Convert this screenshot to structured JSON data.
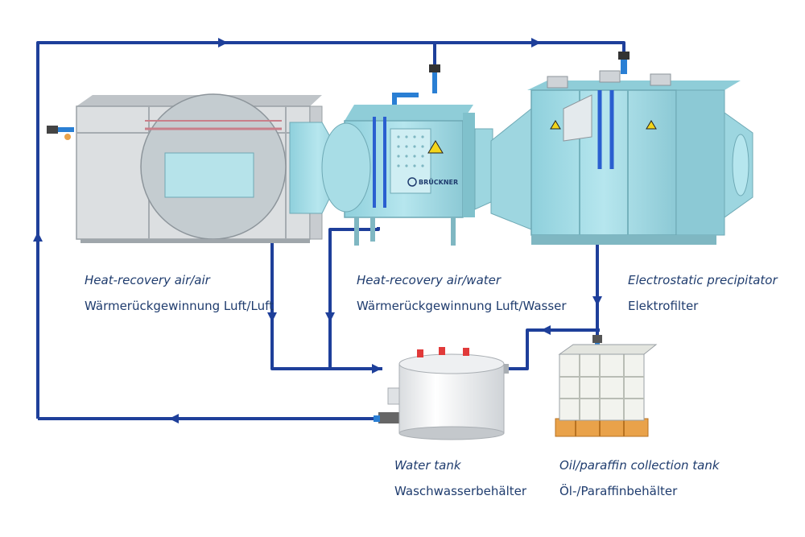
{
  "components": [
    {
      "id": "hr-air-air",
      "label_en": "Heat-recovery air/air",
      "label_de": "Wärmerückgewinnung Luft/Luft"
    },
    {
      "id": "hr-air-water",
      "label_en": "Heat-recovery air/water",
      "label_de": "Wärmerückgewinnung Luft/Wasser"
    },
    {
      "id": "esp",
      "label_en": "Electrostatic precipitator",
      "label_de": "Elektrofilter"
    },
    {
      "id": "water-tank",
      "label_en": "Water tank",
      "label_de": "Waschwasserbehälter"
    },
    {
      "id": "oil-tank",
      "label_en": "Oil/paraffin collection tank",
      "label_de": "Öl-/Paraffinbehälter"
    }
  ],
  "brand": "BRÜCKNER",
  "colors": {
    "pipe": "#1e3f9a",
    "equipment": "#a8dde6",
    "equipment_dark": "#7fc3cf",
    "housing_grey": "#d6d8da",
    "pipe_light": "#2a7fd4",
    "pallet": "#e9a24a",
    "text": "#1f3c6e"
  },
  "icons": [
    "flow-arrow-icon",
    "valve-icon",
    "warning-sign-icon",
    "brand-logo-icon"
  ]
}
